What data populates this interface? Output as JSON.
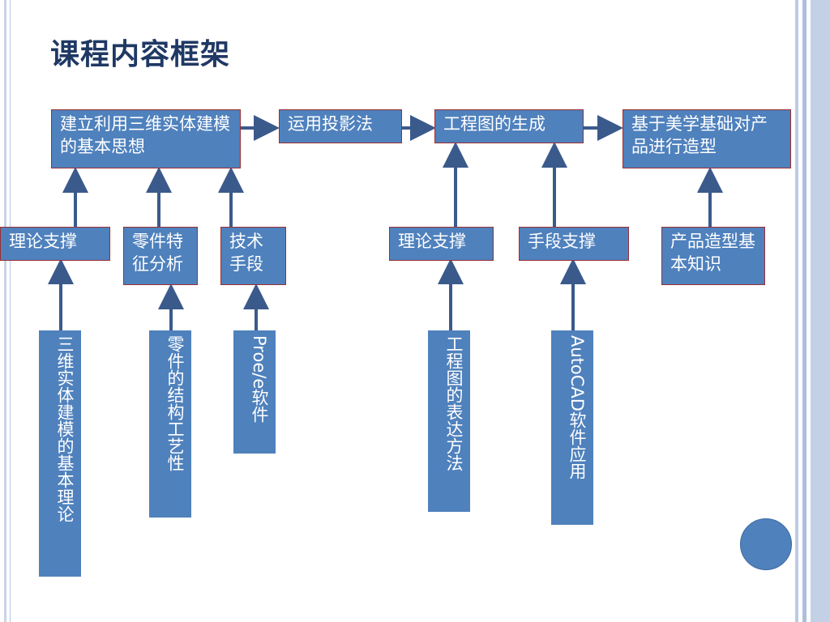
{
  "slide": {
    "title": "课程内容框架"
  },
  "top_row": [
    {
      "text": "建立利用三维实体建模的基本思想"
    },
    {
      "text": "运用投影法"
    },
    {
      "text": "工程图的生成"
    },
    {
      "text": "基于美学基础对产品进行造型"
    }
  ],
  "middle_row": [
    {
      "text": "理论支撑"
    },
    {
      "text": "零件特征分析"
    },
    {
      "text": "技术手段"
    },
    {
      "text": "理论支撑"
    },
    {
      "text": "手段支撑"
    },
    {
      "text": "产品造型基本知识"
    }
  ],
  "bottom_row": [
    {
      "text": "三维实体建模的基本理论"
    },
    {
      "text": "零件的结构工艺性"
    },
    {
      "text": "Proe/e软件"
    },
    {
      "text": "工程图的表达方法"
    },
    {
      "text": "AutoCAD软件应用"
    }
  ],
  "colors": {
    "box_fill": "#4f81bd",
    "box_border": "#9b2f33",
    "arrow": "#3b5a8c",
    "title": "#1f3864"
  }
}
